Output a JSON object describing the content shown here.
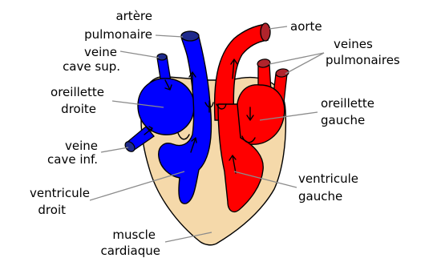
{
  "labels": {
    "arteria_pulmonaire_line1": "artère",
    "arteria_pulmonaire_line2": "pulmonaire",
    "aorte": "aorte",
    "veine_cave_sup_line1": "veine",
    "veine_cave_sup_line2": "cave sup.",
    "veines_pulmonaires_line1": "veines",
    "veines_pulmonaires_line2": "pulmonaires",
    "oreillette_droite_line1": "oreillette",
    "oreillette_droite_line2": "droite",
    "oreillette_gauche_line1": "oreillette",
    "oreillette_gauche_line2": "gauche",
    "veine_cave_inf_line1": "veine",
    "veine_cave_inf_line2": "cave inf.",
    "ventricule_gauche_line1": "ventricule",
    "ventricule_gauche_line2": "gauche",
    "ventricule_droit_line1": "ventricule",
    "ventricule_droit_line2": "droit",
    "muscle_cardiaque_line1": "muscle",
    "muscle_cardiaque_line2": "cardiaque"
  },
  "colors": {
    "muscle": "#f5d9aa",
    "deoxygenated_blood": "#0000ff",
    "oxygenated_blood": "#ff0000",
    "vessel_end_blue": "#1e2a8c",
    "vessel_end_red": "#b0242c",
    "leader_line": "#8c8c8c"
  }
}
